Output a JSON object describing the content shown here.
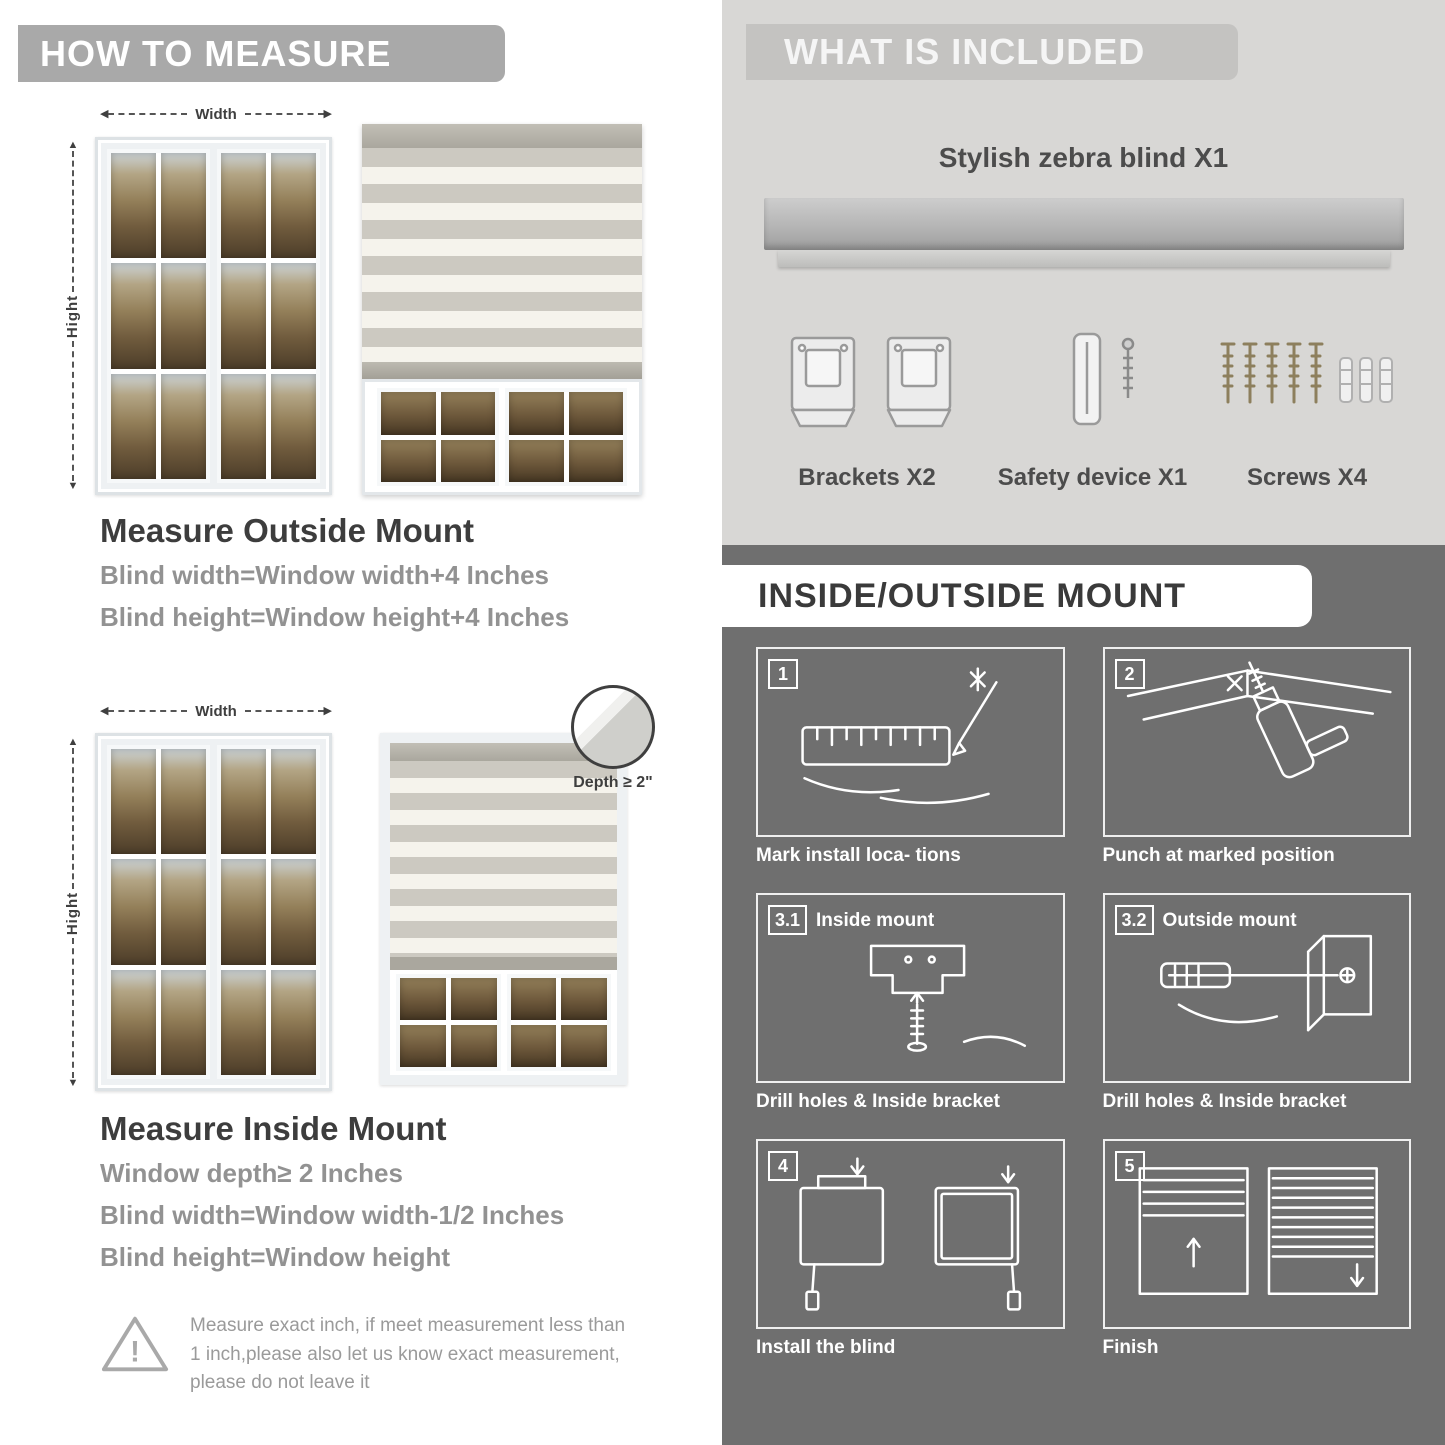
{
  "left": {
    "header": "HOW TO MEASURE",
    "outside_mount": {
      "width_label": "Width",
      "height_label": "Hight",
      "heading": "Measure Outside Mount",
      "line1": "Blind width=Window width+4 Inches",
      "line2": "Blind height=Window height+4 Inches"
    },
    "inside_mount": {
      "width_label": "Width",
      "height_label": "Hight",
      "depth_label": "Depth ≥ 2\"",
      "heading": "Measure Inside Mount",
      "line1": "Window depth≥ 2 Inches",
      "line2": "Blind width=Window width-1/2 Inches",
      "line3": "Blind height=Window height"
    },
    "warning": {
      "mark": "!",
      "text": "Measure exact inch, if meet measurement less than 1 inch,please also let us know exact measurement, please do not leave it"
    }
  },
  "right": {
    "included": {
      "header": "WHAT IS INCLUDED",
      "blind_label": "Stylish zebra blind X1",
      "brackets_label": "Brackets X2",
      "safety_label": "Safety device X1",
      "screws_label": "Screws X4"
    },
    "mount": {
      "header": "INSIDE/OUTSIDE MOUNT",
      "steps": [
        {
          "num": "1",
          "title": "",
          "caption": "Mark install loca- tions"
        },
        {
          "num": "2",
          "title": "",
          "caption": "Punch at  marked position"
        },
        {
          "num": "3.1",
          "title": "Inside mount",
          "caption": "Drill holes &  Inside bracket"
        },
        {
          "num": "3.2",
          "title": "Outside mount",
          "caption": "Drill holes &  Inside bracket"
        },
        {
          "num": "4",
          "title": "",
          "caption": "Install the blind"
        },
        {
          "num": "5",
          "title": "",
          "caption": "Finish"
        }
      ]
    }
  },
  "colors": {
    "banner_gray": "#a9a9a9",
    "light_section_bg": "#d8d7d5",
    "dark_section_bg": "#6f6f6f",
    "heading_dark": "#3d3d3d",
    "text_gray": "#929292",
    "stripe_gray": "#ccc9c1",
    "stripe_sheer": "#f5f3ec"
  }
}
